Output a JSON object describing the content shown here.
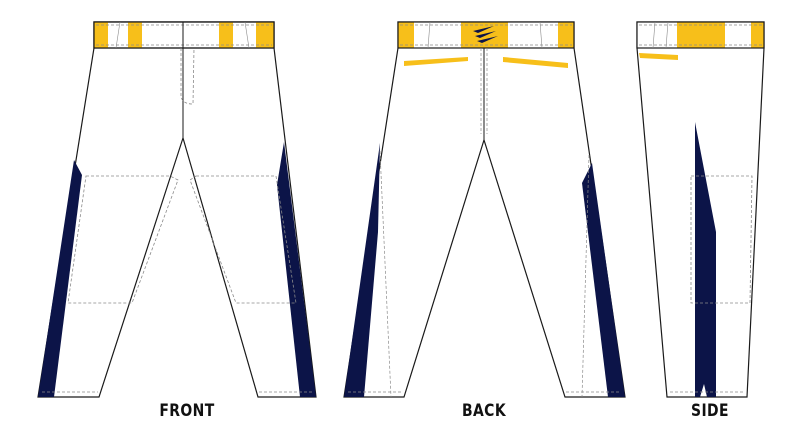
{
  "views": {
    "front": {
      "label": "FRONT"
    },
    "back": {
      "label": "BACK"
    },
    "side": {
      "label": "SIDE"
    }
  },
  "colors": {
    "body": "#ffffff",
    "outline": "#1a1a1a",
    "stitch": "#8a8a8a",
    "accent_gold": "#f7bf1a",
    "accent_navy": "#0c1448"
  },
  "icons": {
    "brand_logo": "triple-chevron-logo-icon"
  }
}
